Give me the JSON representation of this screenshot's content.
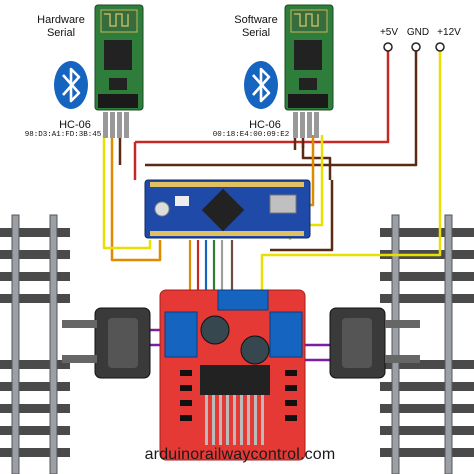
{
  "modules": [
    {
      "title": "Hardware\nSerial",
      "name": "HC-06",
      "mac": "98:D3:A1:FD:3B:45"
    },
    {
      "title": "Software\nSerial",
      "name": "HC-06",
      "mac": "00:18:E4:00:09:E2"
    }
  ],
  "power_labels": [
    "+5V",
    "GND",
    "+12V"
  ],
  "website": "arduinorailwaycontrol.com",
  "icons": [
    "bluetooth-icon",
    "arduino-nano",
    "motor-driver-board",
    "railway-track",
    "locomotive-truck"
  ],
  "colors": {
    "wire_5v": "#c62828",
    "wire_gnd": "#5a2a12",
    "wire_12v": "#e8e000",
    "wire_orange": "#e08a00",
    "bluetooth": "#1565c0",
    "arduino": "#1f4aa8",
    "driver_board": "#e53935",
    "track_rail": "#8a8f96",
    "sleeper": "#4a4a4a"
  }
}
